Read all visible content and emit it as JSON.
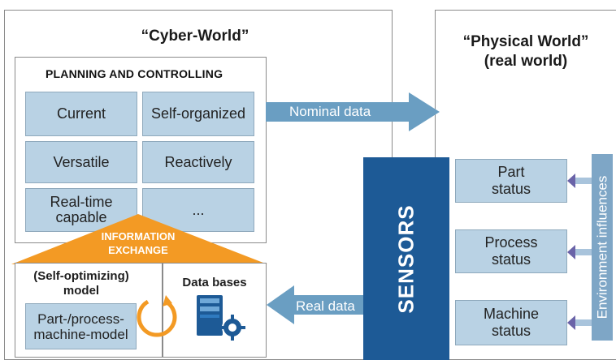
{
  "cyber_world": {
    "title": "“Cyber-World”",
    "planning": {
      "header": "PLANNING AND CONTROLLING",
      "cells": [
        "Current",
        "Self-organized",
        "Versatile",
        "Reactively",
        "Real-time capable",
        "..."
      ]
    },
    "info_exchange": {
      "line1": "INFORMATION",
      "line2": "EXCHANGE"
    },
    "model_box": {
      "title": "(Self-optimizing) model",
      "inner": "Part-/process-machine-model"
    },
    "databases": {
      "title": "Data bases"
    }
  },
  "physical_world": {
    "title_line1": "“Physical World”",
    "title_line2": "(real world)"
  },
  "arrows": {
    "nominal": "Nominal data",
    "real": "Real data"
  },
  "sensors": "SENSORS",
  "statuses": [
    "Part status",
    "Process status",
    "Machine status"
  ],
  "environment": "Environment influences",
  "colors": {
    "light_blue": "#b9d2e4",
    "arrow_blue": "#6a9ec2",
    "sensor_blue": "#1d5a96",
    "orange": "#f39a24",
    "env_blue": "#7ea6c6"
  }
}
